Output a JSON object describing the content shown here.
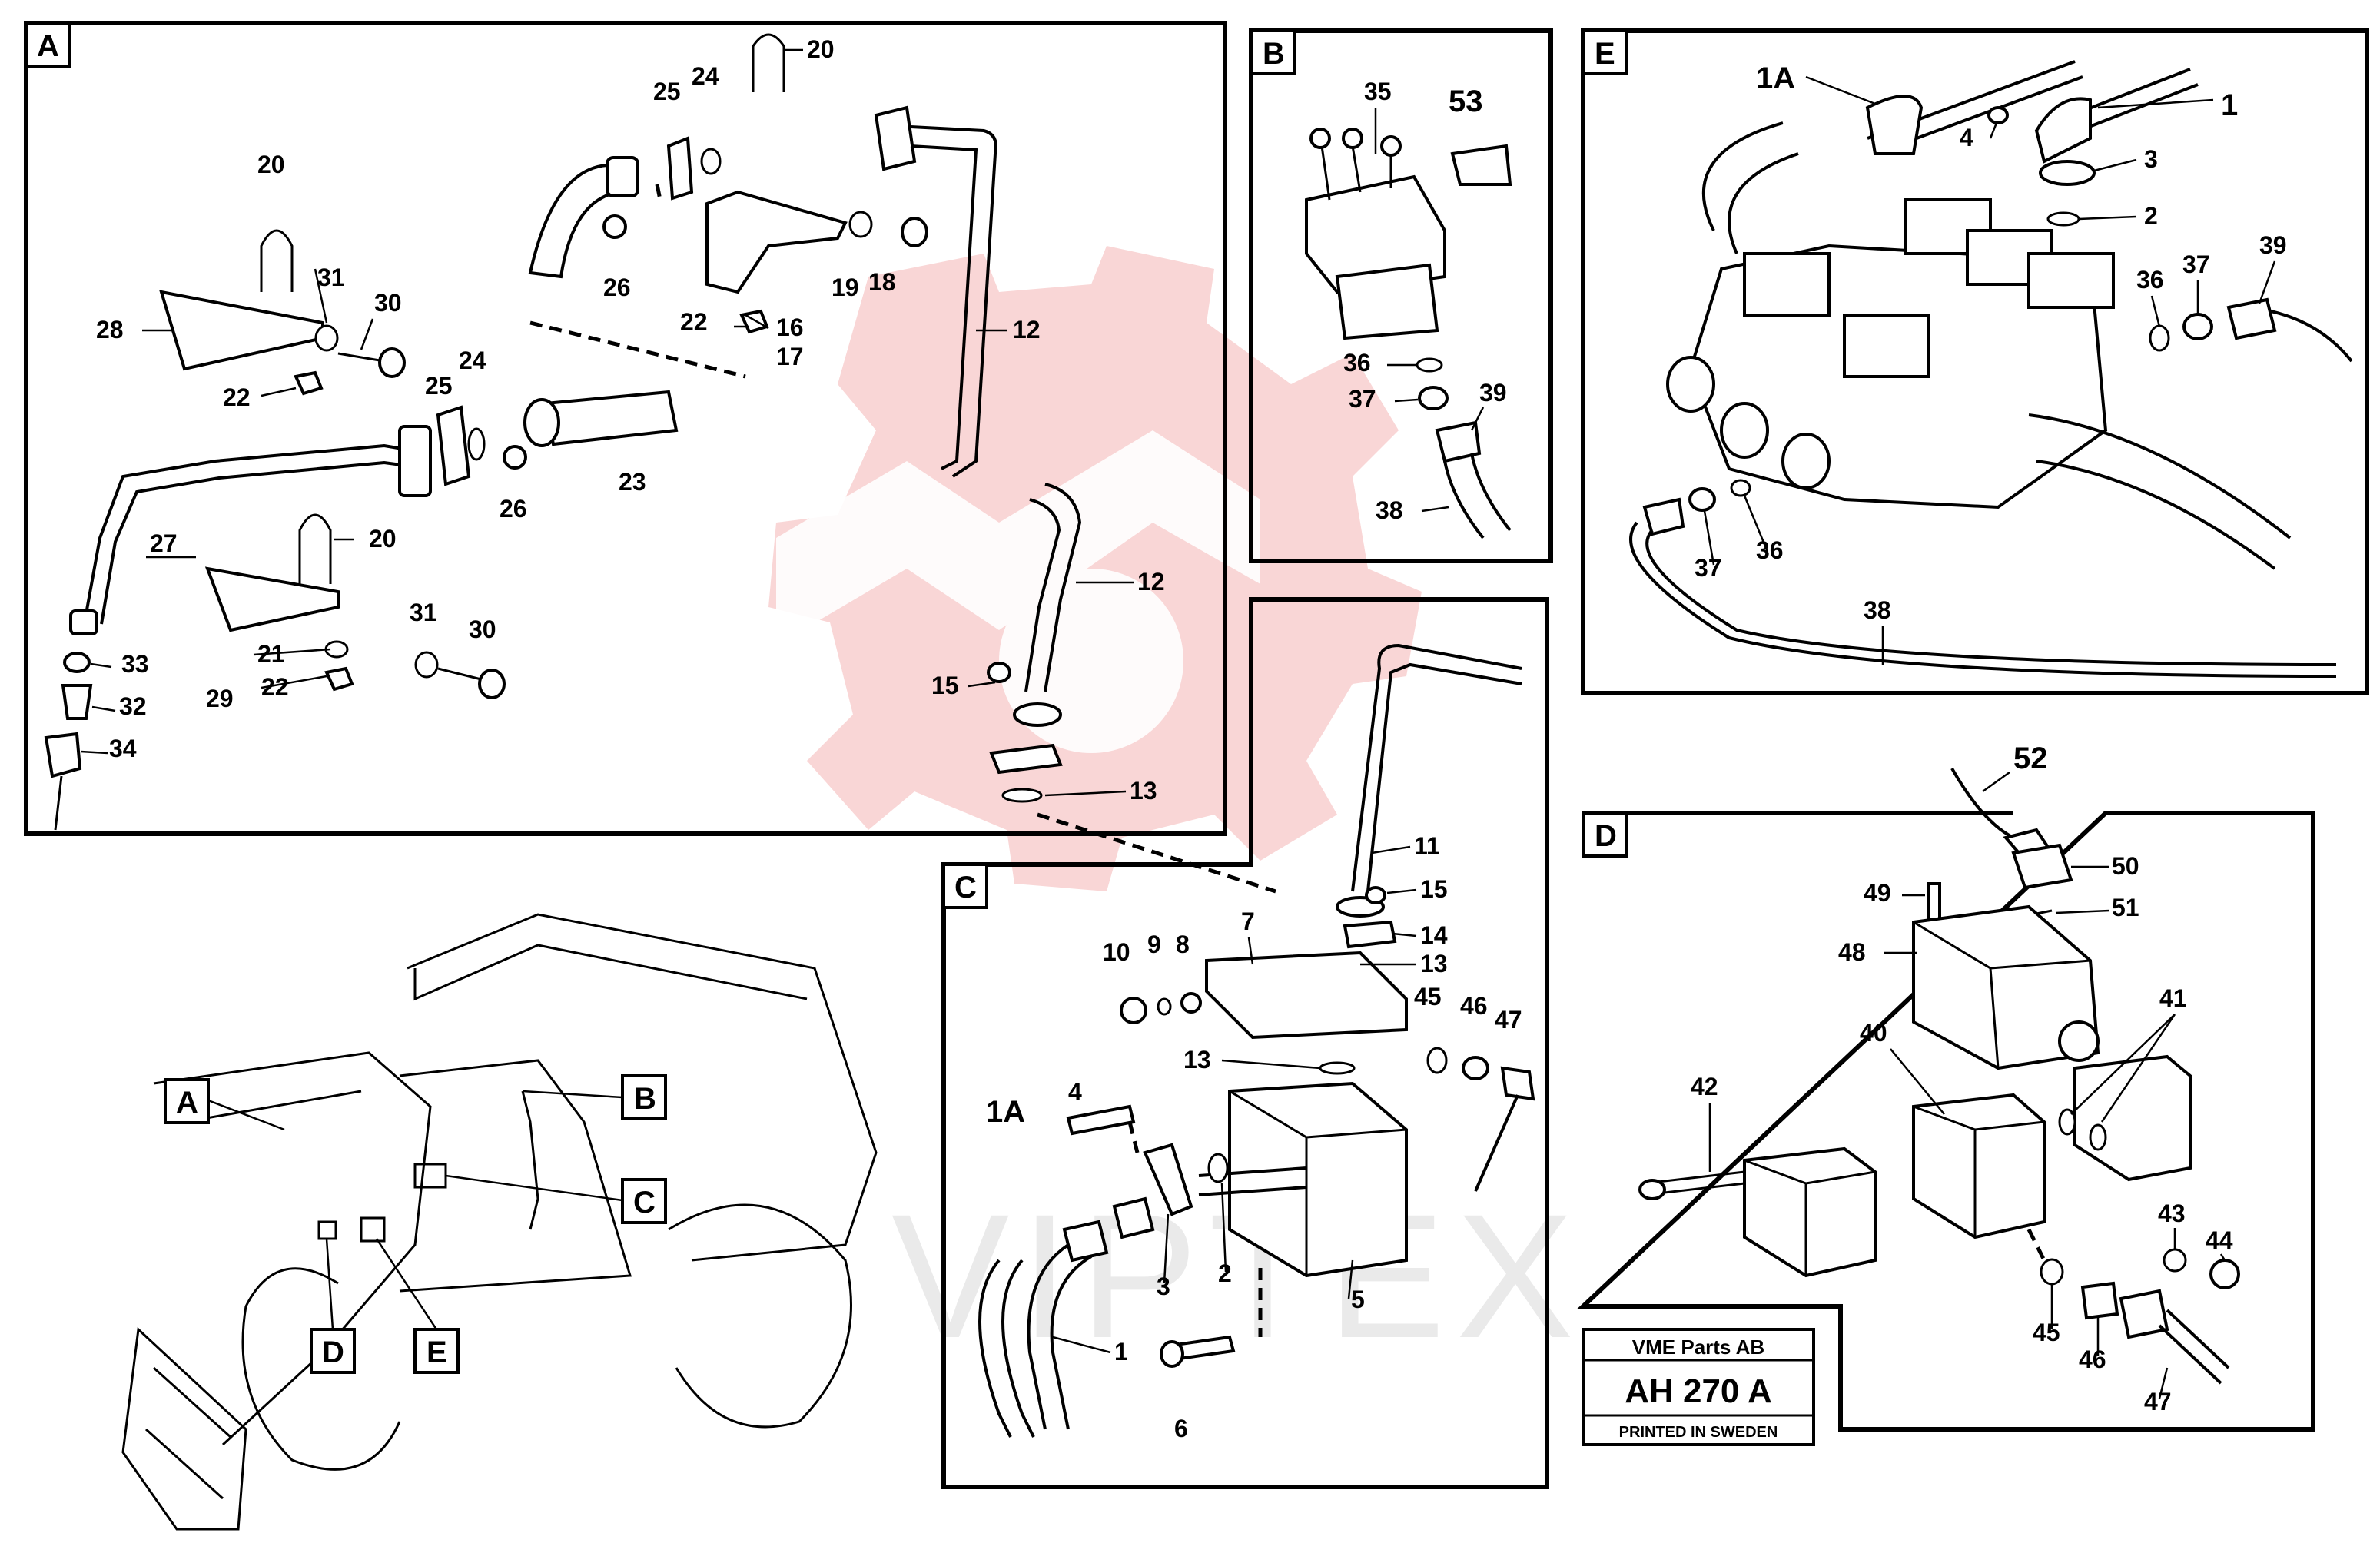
{
  "panels": {
    "A": {
      "tag": "A",
      "labels": [
        "20",
        "25",
        "24",
        "20",
        "31",
        "30",
        "28",
        "22",
        "26",
        "22",
        "16",
        "17",
        "19",
        "18",
        "12",
        "25",
        "24",
        "23",
        "26",
        "27",
        "20",
        "12",
        "31",
        "30",
        "21",
        "22",
        "29",
        "33",
        "32",
        "34",
        "15",
        "13"
      ]
    },
    "B": {
      "tag": "B",
      "labels": [
        "35",
        "53",
        "36",
        "37",
        "39",
        "38"
      ]
    },
    "E": {
      "tag": "E",
      "labels": [
        "1A",
        "1",
        "4",
        "3",
        "2",
        "36",
        "37",
        "39",
        "37",
        "36",
        "38"
      ]
    },
    "C": {
      "tag": "C",
      "labels": [
        "11",
        "15",
        "7",
        "14",
        "10",
        "9",
        "8",
        "13",
        "45",
        "46",
        "47",
        "13",
        "1A",
        "4",
        "3",
        "2",
        "5",
        "1",
        "6"
      ]
    },
    "D": {
      "tag": "D",
      "labels": [
        "52",
        "50",
        "49",
        "51",
        "48",
        "41",
        "40",
        "42",
        "43",
        "44",
        "45",
        "46",
        "47"
      ]
    }
  },
  "overview": {
    "callouts": [
      "A",
      "B",
      "C",
      "D",
      "E"
    ]
  },
  "stamp": {
    "company": "VME Parts AB",
    "code": "AH 270 A",
    "footer": "PRINTED IN SWEDEN"
  },
  "watermark": {
    "text": "VIPTEX",
    "color": "#f2b8b8"
  }
}
